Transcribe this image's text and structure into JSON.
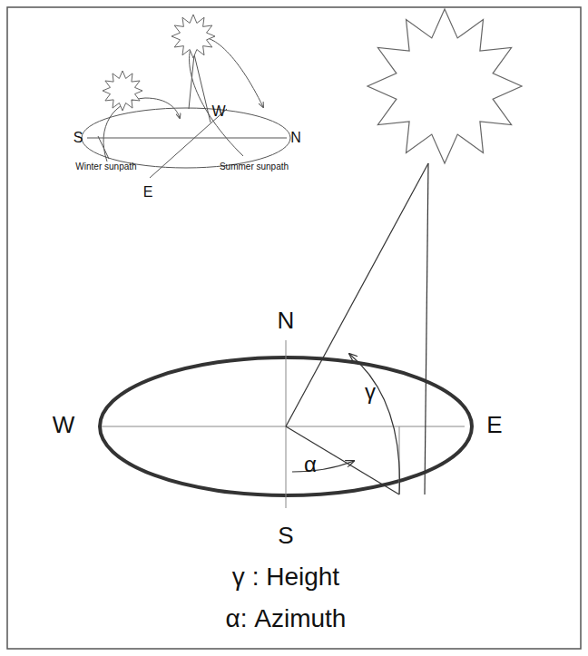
{
  "diagram": {
    "labels": [
      "S",
      "N",
      "W",
      "E",
      "Winter sunpath",
      "Summer sunpath",
      "N",
      "W",
      "E",
      "S",
      "γ",
      "α",
      "γ : Height",
      "α: Azimuth"
    ]
  }
}
